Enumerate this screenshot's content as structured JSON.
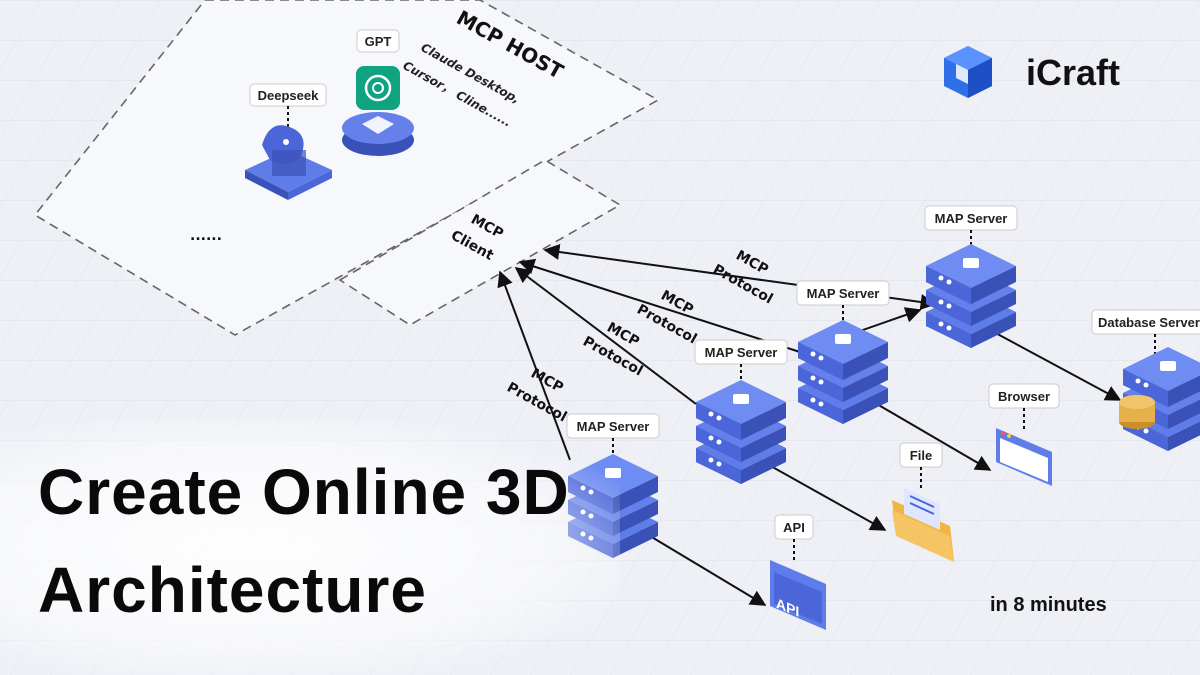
{
  "brand": {
    "name": "iCraft",
    "logo_color": "#2f6fe8",
    "icon": "icraft-cube-logo-icon"
  },
  "headline": {
    "line1": "Create Online 3D",
    "line2": "Architecture",
    "subtitle": "in 8 minutes"
  },
  "host": {
    "title": "MCP HOST",
    "subtitle_line1": "Claude Desktop,",
    "subtitle_line2": "Cursor， Cline......",
    "ellipsis": "......",
    "client_line1": "MCP",
    "client_line2": "Client"
  },
  "models": [
    {
      "label": "Deepseek",
      "icon": "deepseek-whale-icon"
    },
    {
      "label": "GPT",
      "icon": "openai-logo-icon"
    }
  ],
  "protocol": {
    "line1": "MCP",
    "line2": "Protocol"
  },
  "servers": [
    {
      "label": "MAP Server"
    },
    {
      "label": "MAP Server"
    },
    {
      "label": "MAP Server"
    },
    {
      "label": "MAP Server"
    }
  ],
  "resources": [
    {
      "label": "API",
      "icon": "api-window-icon"
    },
    {
      "label": "File",
      "icon": "folder-icon"
    },
    {
      "label": "Browser",
      "icon": "browser-window-icon"
    },
    {
      "label": "Database Server",
      "icon": "database-icon"
    }
  ],
  "colors": {
    "server_top": "#6f8cf2",
    "server_side": "#4a66d8",
    "server_dark": "#3a52b8",
    "folder": "#f2b443",
    "database_gold": "#e6b04a"
  }
}
